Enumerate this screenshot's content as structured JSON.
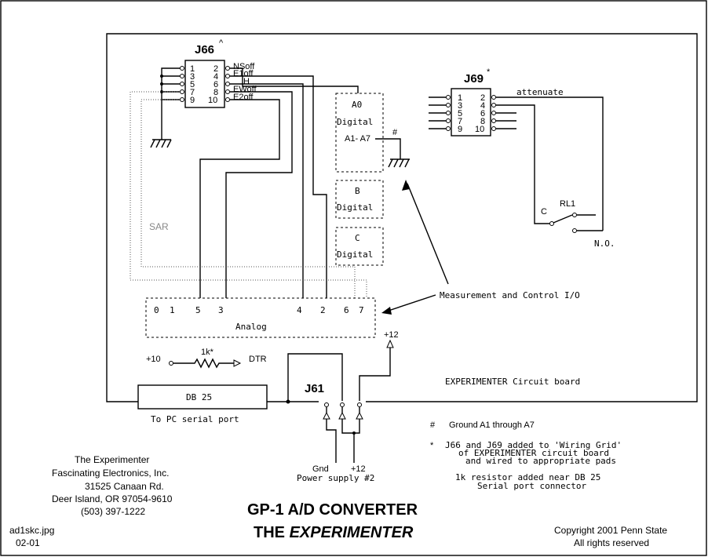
{
  "j66": {
    "name": "J66",
    "mark": "^",
    "pins": [
      "1",
      "2",
      "3",
      "4",
      "5",
      "6",
      "7",
      "8",
      "9",
      "10"
    ],
    "signals": [
      "NSoff",
      "E1off",
      "H",
      "EWoff",
      "E2off"
    ]
  },
  "j69": {
    "name": "J69",
    "mark": "*",
    "pins": [
      "1",
      "2",
      "3",
      "4",
      "5",
      "6",
      "7",
      "8",
      "9",
      "10"
    ],
    "attenuate": "attenuate"
  },
  "relay": {
    "name": "RL1",
    "common": "C",
    "no": "N.O."
  },
  "digital_a": {
    "a0": "A0",
    "type": "Digital",
    "a1a7": "A1- A7",
    "mark": "#"
  },
  "digital_b": {
    "letter": "B",
    "type": "Digital"
  },
  "digital_c": {
    "letter": "C",
    "type": "Digital"
  },
  "analog": {
    "pins": [
      "0",
      "1",
      "5",
      "3",
      "4",
      "2",
      "6",
      "7"
    ],
    "label": "Analog"
  },
  "j61": {
    "name": "J61"
  },
  "labels": {
    "sar": "SAR",
    "io": "Measurement and Control I/O",
    "plus12": "+12",
    "plus10": "+10",
    "resistor": "1k*",
    "dtr": "DTR",
    "db25": "DB 25",
    "pc_serial": "To PC serial port",
    "gnd": "Gnd",
    "power_supply": "Power supply #2",
    "board": "EXPERIMENTER Circuit board"
  },
  "notes": {
    "hash_mark": "#",
    "ground": "Ground A1 through A7",
    "star_mark": "*",
    "star_lines": [
      "J66 and J69 added to 'Wiring Grid'",
      "of EXPERIMENTER circuit board",
      "and wired to appropriate pads"
    ],
    "resistor_lines": [
      "1k resistor added near DB 25",
      "Serial port connector"
    ]
  },
  "address": [
    "The Experimenter",
    "Fascinating Electronics, Inc.",
    "31525 Canaan Rd.",
    "Deer Island, OR 97054-9610",
    "(503) 397-1222"
  ],
  "title": {
    "line1": "GP-1 A/D CONVERTER",
    "line2a": "THE ",
    "line2b": "EXPERIMENTER"
  },
  "footer": {
    "file": "ad1skc.jpg",
    "date": "02-01",
    "copyright": "Copyright 2001 Penn State",
    "rights": "All rights reserved"
  }
}
